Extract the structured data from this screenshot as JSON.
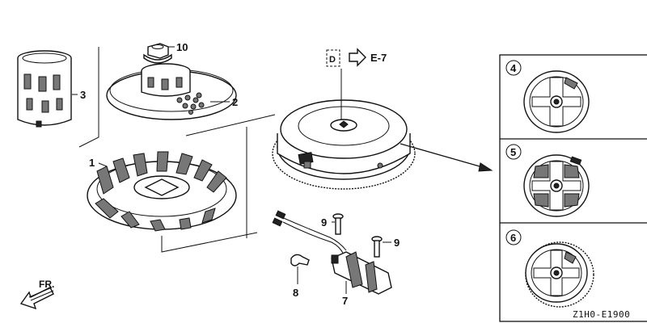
{
  "callouts": {
    "p1": "1",
    "p2": "2",
    "p3": "3",
    "p7": "7",
    "p8": "8",
    "p9a": "9",
    "p9b": "9",
    "p10": "10"
  },
  "reference": {
    "symbol": "D",
    "label": "E-7"
  },
  "variants": [
    {
      "number": "4"
    },
    {
      "number": "5"
    },
    {
      "number": "6"
    }
  ],
  "direction": {
    "label": "FR."
  },
  "diagram_code": "Z1H0-E1900"
}
